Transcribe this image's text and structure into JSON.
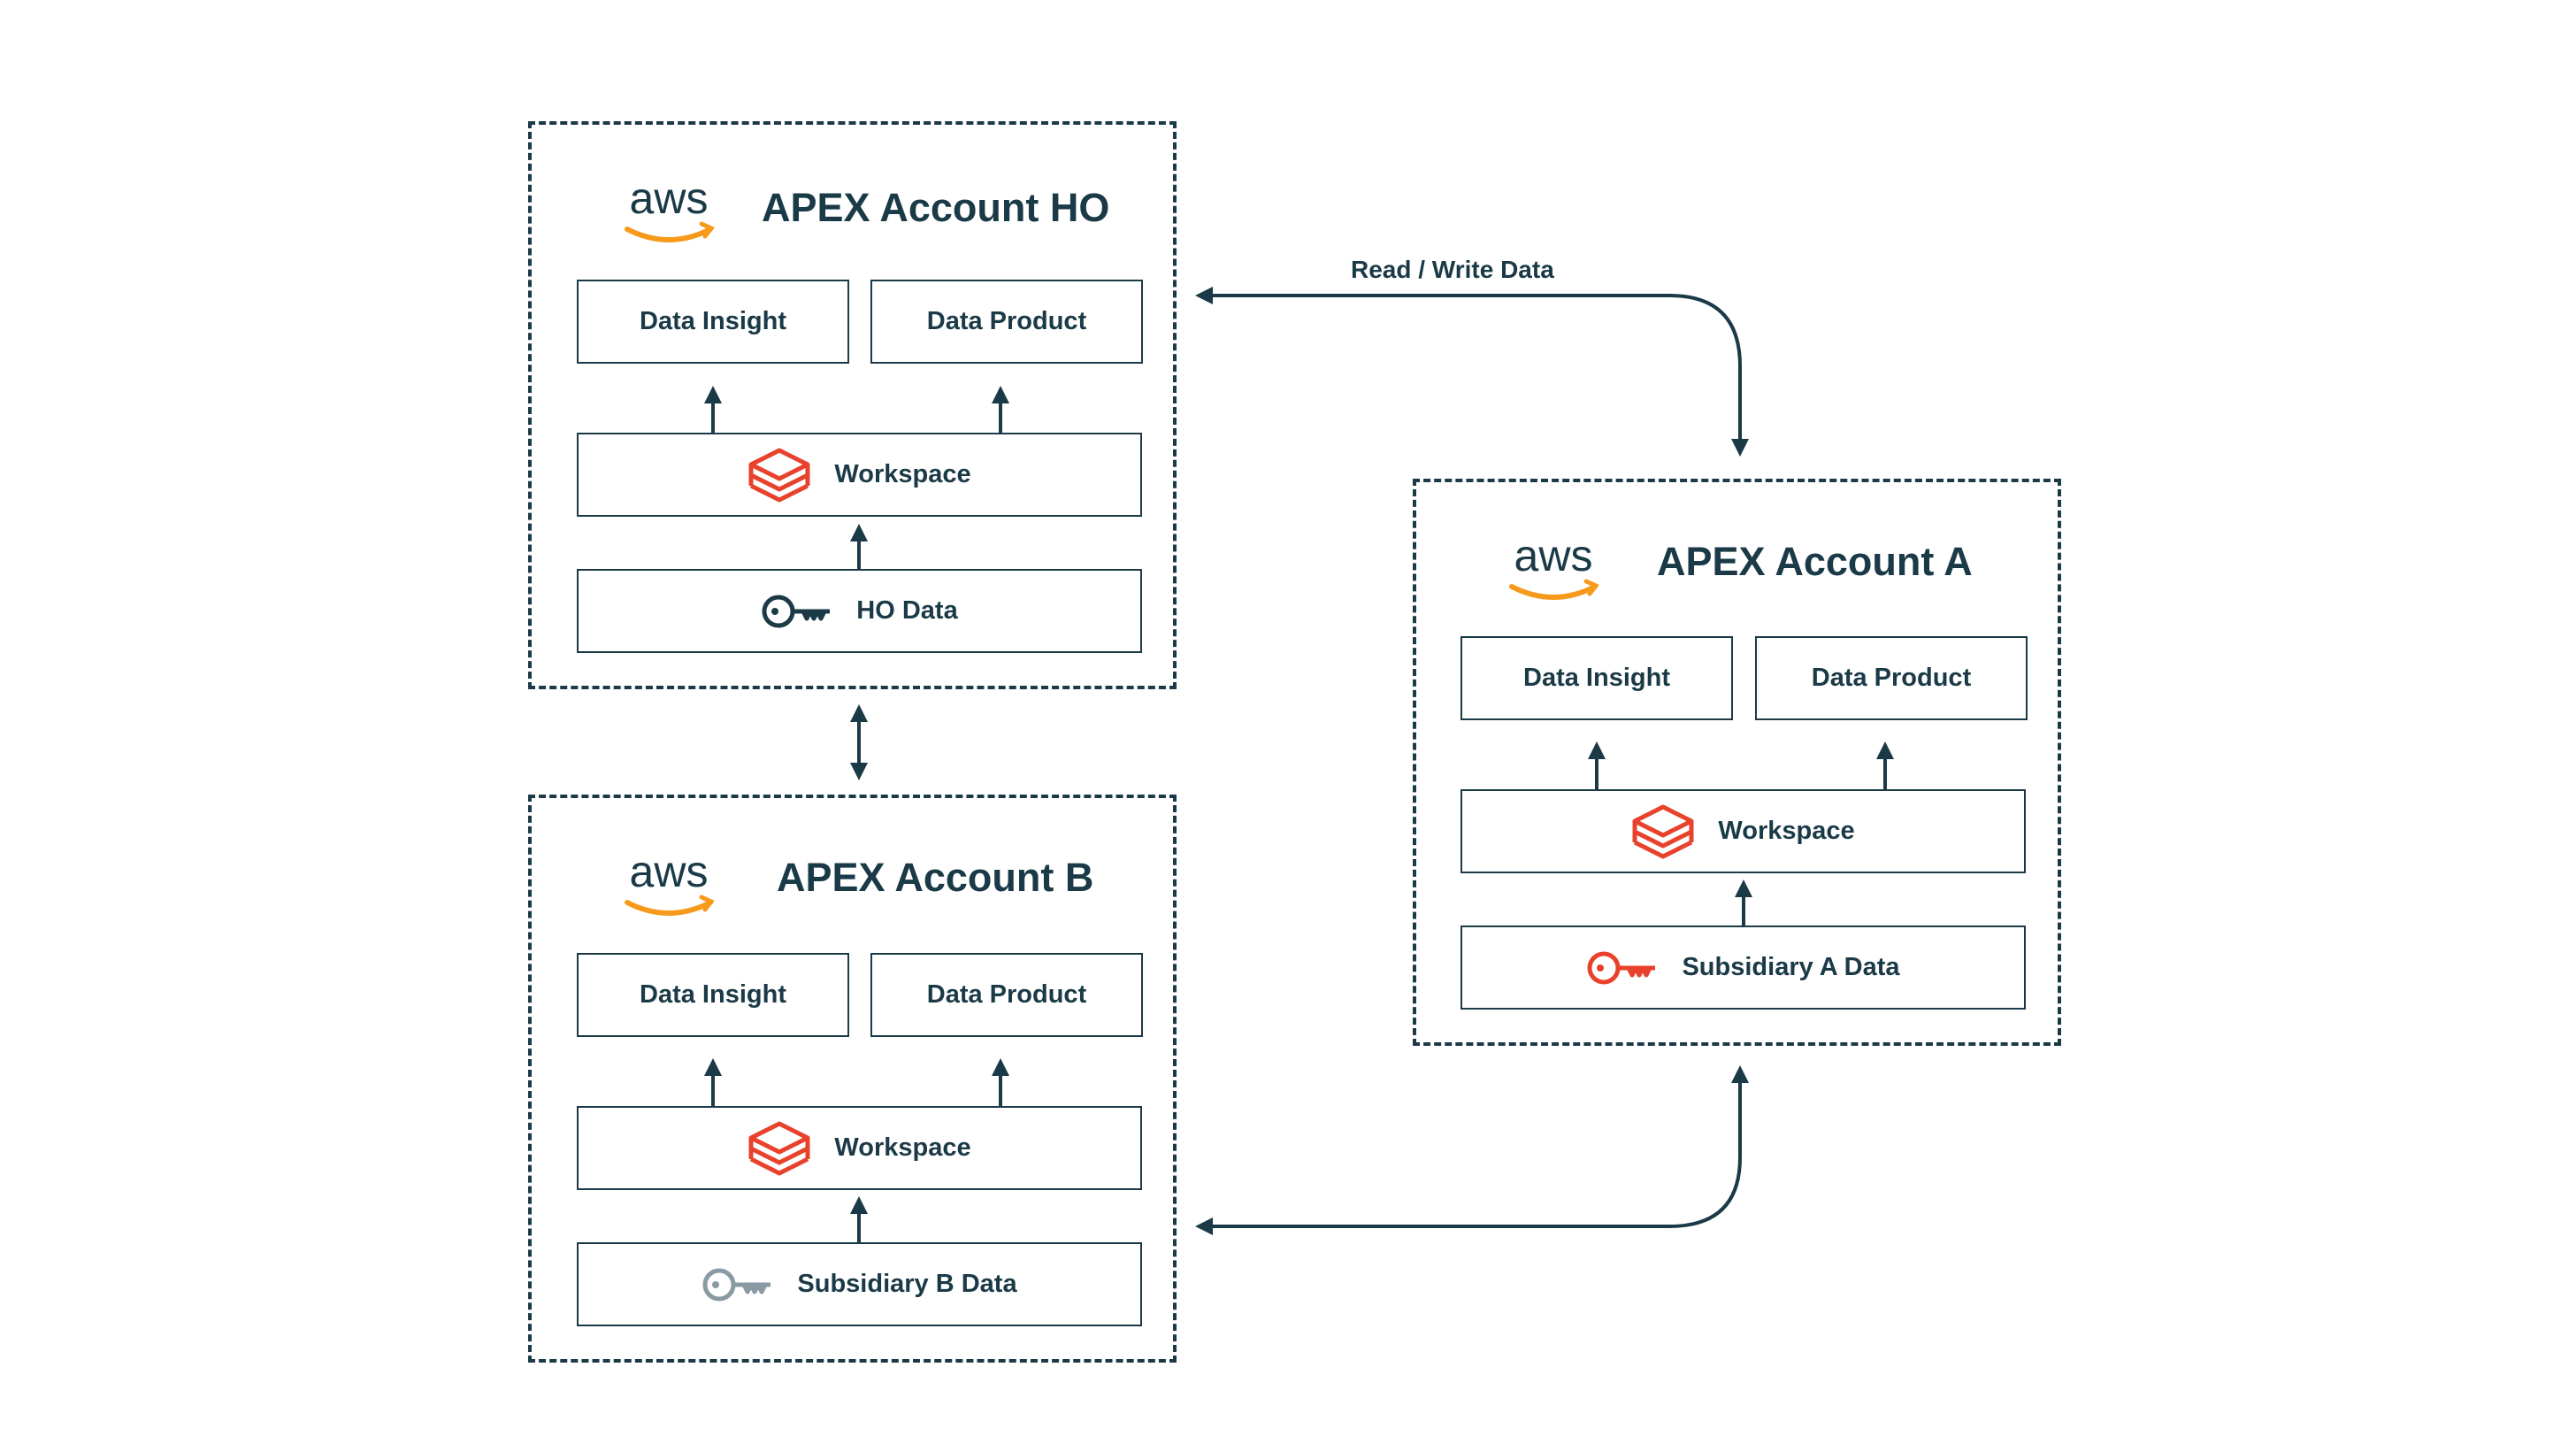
{
  "colors": {
    "ink": "#1b3a47",
    "aws_orange": "#f79a1c",
    "databricks_red": "#e8412c",
    "key_grey": "#8a9aa3"
  },
  "accounts": {
    "ho": {
      "logo_text": "aws",
      "title": "APEX Account HO",
      "insight_label": "Data Insight",
      "product_label": "Data Product",
      "workspace_label": "Workspace",
      "workspace_icon": "databricks-stack-icon",
      "data_label": "HO Data",
      "data_icon": "key-icon"
    },
    "a": {
      "logo_text": "aws",
      "title": "APEX Account A",
      "insight_label": "Data Insight",
      "product_label": "Data Product",
      "workspace_label": "Workspace",
      "workspace_icon": "databricks-stack-icon",
      "data_label": "Subsidiary A Data",
      "data_icon": "key-icon"
    },
    "b": {
      "logo_text": "aws",
      "title": "APEX Account B",
      "insight_label": "Data Insight",
      "product_label": "Data Product",
      "workspace_label": "Workspace",
      "workspace_icon": "databricks-stack-icon",
      "data_label": "Subsidiary B Data",
      "data_icon": "key-icon"
    }
  },
  "edges": {
    "ho_a_label": "Read / Write Data"
  }
}
